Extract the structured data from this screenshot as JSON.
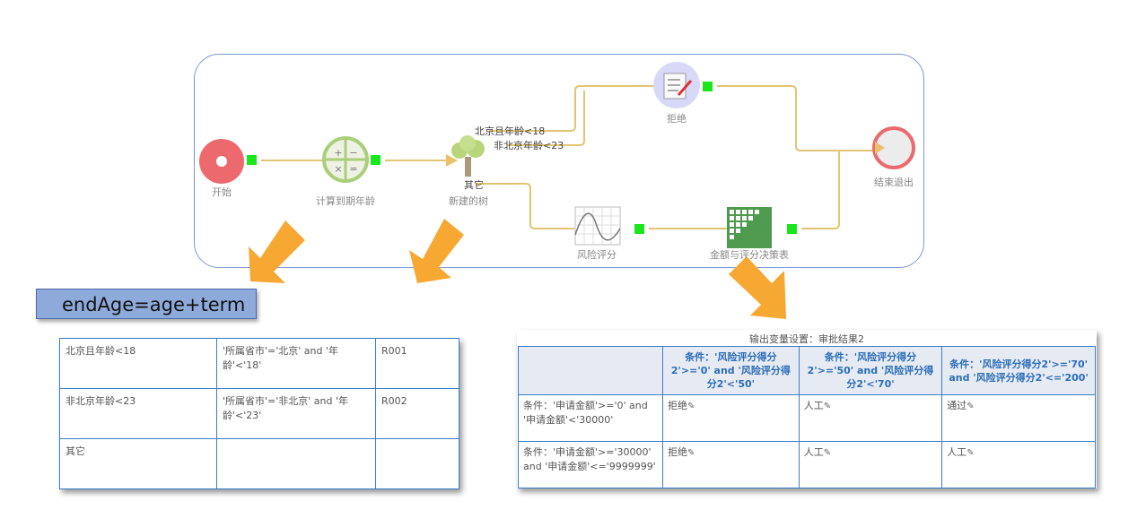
{
  "flow": {
    "nodes": {
      "start": "开始",
      "calc": "计算到期年龄",
      "tree": "新建的树",
      "reject": "拒绝",
      "end": "结束退出",
      "risk": "风险评分",
      "decision": "金额与评分决策表"
    },
    "branches": [
      "北京且年龄<18",
      "非北京年龄<23",
      "其它"
    ],
    "colors": {
      "line": "#e2c574",
      "port": "#1be61b",
      "arrow": "#f7a832",
      "start": "#ec6a6e"
    }
  },
  "formula": "endAge=age+term",
  "tree_table": {
    "rows": [
      [
        "北京且年龄<18",
        "'所属省市'='北京' and '年龄'<'18'",
        "R001"
      ],
      [
        "非北京年龄<23",
        "'所属省市'='非北京' and '年龄'<'23'",
        "R002"
      ],
      [
        "其它",
        "",
        ""
      ]
    ]
  },
  "decision_table": {
    "title": "输出变量设置：审批结果2",
    "headers": [
      "",
      "条件：'风险评分得分2'>='0' and '风险评分得分2'<'50'",
      "条件：'风险评分得分2'>='50' and '风险评分得分2'<'70'",
      "条件：'风险评分得分2'>='70' and '风险评分得分2'<='200'"
    ],
    "rows": [
      {
        "cond": "条件：'申请金额'>='0' and '申请金额'<'30000'",
        "cells": [
          "拒绝",
          "人工",
          "通过"
        ]
      },
      {
        "cond": "条件：'申请金额'>='30000' and '申请金额'<='9999999'",
        "cells": [
          "拒绝",
          "人工",
          "人工"
        ]
      }
    ],
    "edit_icon": "pencil-icon"
  }
}
